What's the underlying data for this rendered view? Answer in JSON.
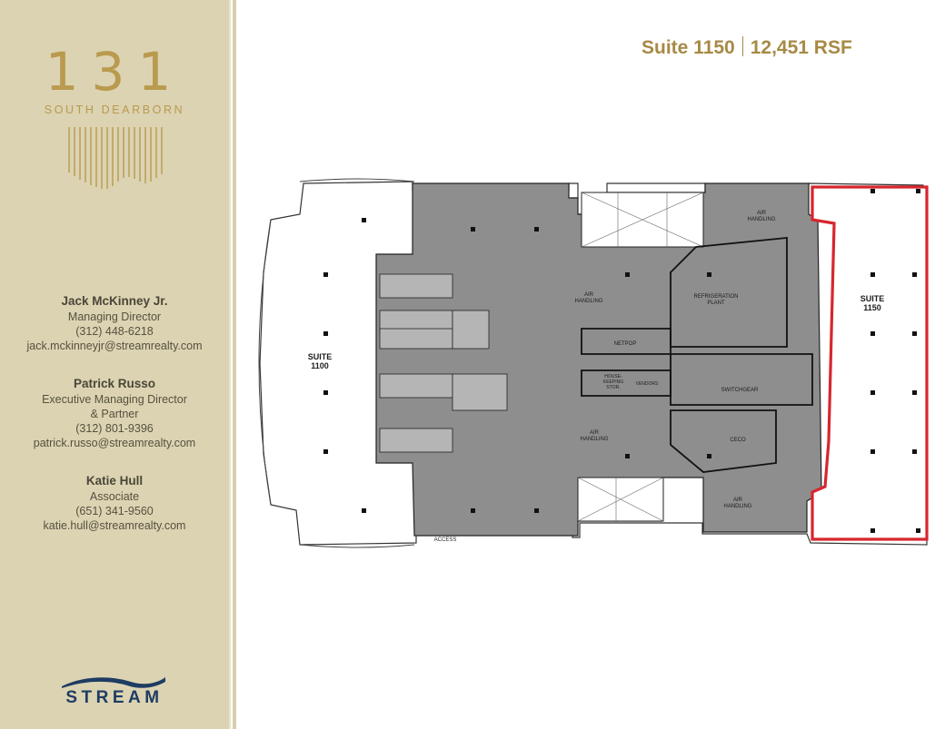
{
  "brand": {
    "building_number": "131",
    "building_name": "SOUTH DEARBORN",
    "company_logo_text": "STREAM"
  },
  "contacts": [
    {
      "name": "Jack McKinney Jr.",
      "title_lines": [
        "Managing Director"
      ],
      "phone": "(312) 448-6218",
      "email": "jack.mckinneyjr@streamrealty.com"
    },
    {
      "name": "Patrick Russo",
      "title_lines": [
        "Executive Managing Director",
        "& Partner"
      ],
      "phone": "(312) 801-9396",
      "email": "patrick.russo@streamrealty.com"
    },
    {
      "name": "Katie Hull",
      "title_lines": [
        "Associate"
      ],
      "phone": "(651) 341-9560",
      "email": "katie.hull@streamrealty.com"
    }
  ],
  "header": {
    "suite": "Suite 1150",
    "area": "12,451 RSF"
  },
  "floorplan": {
    "labels": {
      "suite_1100": [
        "SUITE",
        "1100"
      ],
      "suite_1150": [
        "SUITE",
        "1150"
      ],
      "air_handling_top_right": [
        "AIR",
        "HANDLING"
      ],
      "air_handling_center": [
        "AIR",
        "HANDLING"
      ],
      "air_handling_lower": [
        "AIR",
        "HANDLING"
      ],
      "air_handling_bottom_right": [
        "AIR",
        "HANDLING"
      ],
      "refrigeration_plant": [
        "REFRIGERATION",
        "PLANT"
      ],
      "netpop": "NETPOP",
      "switchgear": "SWITCHGEAR",
      "ceco": "CECO",
      "vendors": "VENDORS",
      "housekeeping": [
        "HOUSE-",
        "KEEPING",
        "STOR."
      ],
      "access": "ACCESS"
    },
    "colors": {
      "core_fill": "#8e8e8e",
      "suite_highlight": "#d7262e",
      "wall": "#222222"
    }
  }
}
